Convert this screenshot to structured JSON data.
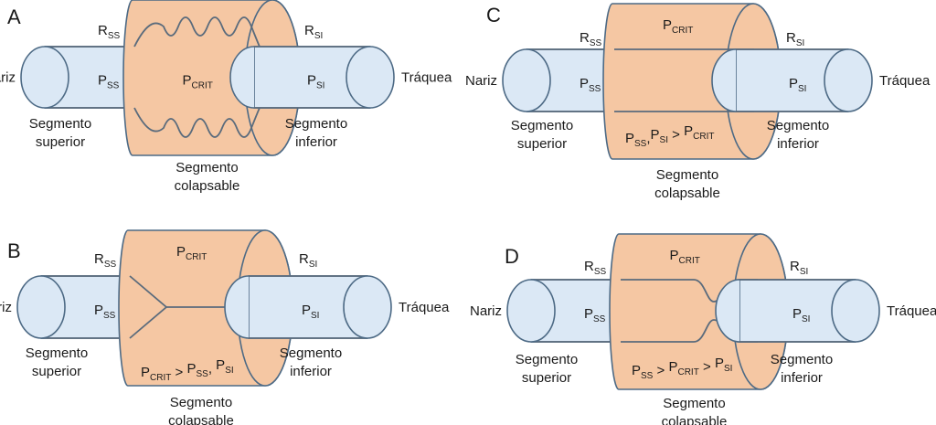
{
  "colors": {
    "tube_fill": "#dbe8f5",
    "collapsible_fill": "#f5c7a3",
    "outline": "#4d6a85",
    "text": "#1a1a1a"
  },
  "labels": {
    "nose": "Nariz",
    "trachea": "Tráquea",
    "upper_segment": [
      "Segmento",
      "superior"
    ],
    "lower_segment": [
      "Segmento",
      "inferior"
    ],
    "collapsible_segment": [
      "Segmento",
      "colapsable"
    ],
    "R": "R",
    "P": "P",
    "SS": "SS",
    "SI": "SI",
    "CRIT": "CRIT"
  },
  "panels": [
    {
      "id": "A",
      "letter": "A",
      "state": "wavy",
      "condition": null
    },
    {
      "id": "B",
      "letter": "B",
      "state": "closed",
      "condition": {
        "parts": [
          [
            "P",
            "CRIT"
          ],
          [
            " > ",
            ""
          ],
          [
            "P",
            "SS"
          ],
          [
            ", ",
            ""
          ],
          [
            "P",
            "SI"
          ]
        ]
      }
    },
    {
      "id": "C",
      "letter": "C",
      "state": "open",
      "condition": {
        "parts": [
          [
            "P",
            "SS"
          ],
          [
            ",",
            ""
          ],
          [
            "P",
            "SI"
          ],
          [
            " > ",
            ""
          ],
          [
            "P",
            "CRIT"
          ]
        ]
      }
    },
    {
      "id": "D",
      "letter": "D",
      "state": "narrowed",
      "condition": {
        "parts": [
          [
            "P",
            "SS"
          ],
          [
            " > ",
            ""
          ],
          [
            "P",
            "CRIT"
          ],
          [
            " > ",
            ""
          ],
          [
            "P",
            "SI"
          ]
        ]
      }
    }
  ]
}
